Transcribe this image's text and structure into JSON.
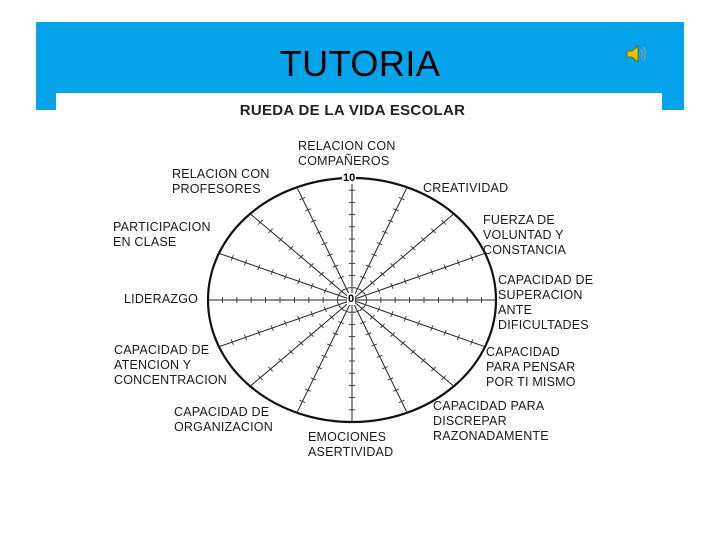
{
  "slide": {
    "title": "TUTORIA",
    "accent_color": "#05A3EA",
    "audio_icon": "speaker-icon"
  },
  "diagram": {
    "title": "RUEDA DE LA VIDA ESCOLAR",
    "scale_max": "10",
    "scale_min": "0",
    "spokes": 16,
    "labels": {
      "relacion_companeros": "RELACION CON\nCOMPAÑEROS",
      "creatividad": "CREATIVIDAD",
      "fuerza_voluntad": "FUERZA DE\nVOLUNTAD Y\nCONSTANCIA",
      "superacion": "CAPACIDAD DE\nSUPERACION\nANTE\nDIFICULTADES",
      "pensar": "CAPACIDAD\nPARA PENSAR\nPOR TI MISMO",
      "discrepar": "CAPACIDAD PARA\nDISCREPAR\nRAZONADAMENTE",
      "emociones": "EMOCIONES\nASERTIVIDAD",
      "organizacion": "CAPACIDAD DE\nORGANIZACION",
      "atencion": "CAPACIDAD DE\nATENCION Y\nCONCENTRACION",
      "liderazgo": "LIDERAZGO",
      "participacion": "PARTICIPACION\nEN CLASE",
      "relacion_profesores": "RELACION CON\nPROFESORES"
    }
  }
}
